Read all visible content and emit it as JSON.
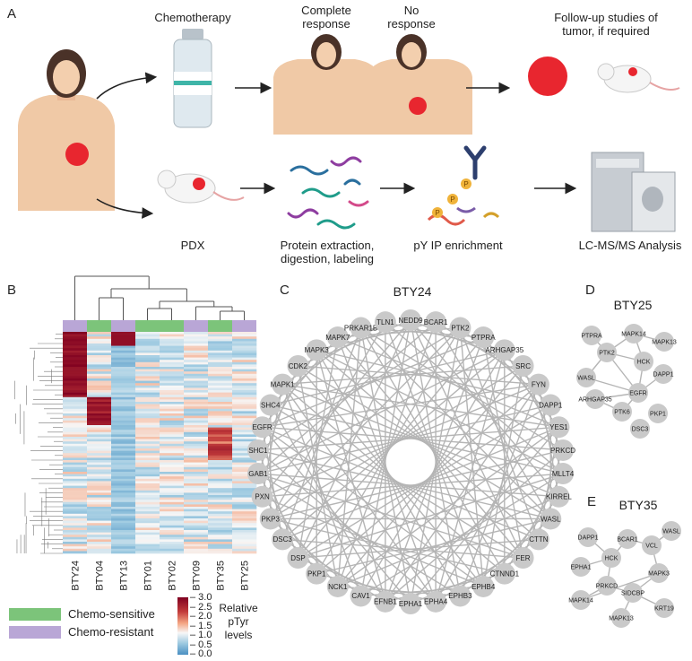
{
  "panels": {
    "a": "A",
    "b": "B",
    "c": "C",
    "d": "D",
    "e": "E"
  },
  "panel_a": {
    "chemotherapy": "Chemotherapy",
    "complete_response": [
      "Complete",
      "response"
    ],
    "no_response": [
      "No",
      "response"
    ],
    "followup": [
      "Follow-up studies of",
      "tumor, if required"
    ],
    "pdx": "PDX",
    "protein": [
      "Protein extraction,",
      "digestion, labeling"
    ],
    "py_ip": "pY IP enrichment",
    "lcms": "LC-MS/MS Analysis",
    "phospho_marker": "P"
  },
  "panel_b": {
    "samples": [
      "BTY24",
      "BTY04",
      "BTY13",
      "BTY01",
      "BTY02",
      "BTY09",
      "BTY35",
      "BTY25"
    ],
    "groups": [
      "resistant",
      "sensitive",
      "resistant",
      "sensitive",
      "sensitive",
      "resistant",
      "sensitive",
      "resistant"
    ],
    "legend_sensitive": "Chemo-sensitive",
    "legend_resistant": "Chemo-resistant",
    "colorbar_title": [
      "Relative",
      "pTyr",
      "levels"
    ],
    "colorbar_ticks": [
      "3.0",
      "2.5",
      "2.0",
      "1.5",
      "1.0",
      "0.5",
      "0.0"
    ],
    "colors": {
      "sensitive": "#7cc47a",
      "resistant": "#b9a6d6",
      "high": "#7f0020",
      "mid": "#f7f7f7",
      "low": "#5aa0cf"
    }
  },
  "panel_c": {
    "title": "BTY24",
    "nodes": [
      "NEDD9",
      "BCAR1",
      "PTK2",
      "PTPRA",
      "ARHGAP35",
      "SRC",
      "FYN",
      "DAPP1",
      "YES1",
      "PRKCD",
      "MLLT4",
      "KIRREL",
      "WASL",
      "CTTN",
      "FER",
      "CTNND1",
      "EPHB4",
      "EPHB3",
      "EPHA4",
      "EPHA1",
      "EFNB1",
      "CAV1",
      "NCK1",
      "PKP1",
      "DSP",
      "DSC3",
      "PKP3",
      "PXN",
      "GAB1",
      "SHC1",
      "EGFR",
      "SHC4",
      "MAPK1",
      "CDK2",
      "MAPK3",
      "MAPK7",
      "PRKAR1B",
      "TLN1"
    ]
  },
  "panel_d": {
    "title": "BTY25",
    "nodes": [
      "PTPRA",
      "MAPK14",
      "MAPK13",
      "PTK2",
      "HCK",
      "DAPP1",
      "WASL",
      "EGFR",
      "ARHGAP35",
      "PTK6",
      "PKP1",
      "DSC3"
    ]
  },
  "panel_e": {
    "title": "BTY35",
    "nodes": [
      "DAPP1",
      "BCAR1",
      "WASL",
      "VCL",
      "EPHA1",
      "HCK",
      "MAPK3",
      "PRKCD",
      "SIDCBP",
      "MAPK14",
      "KRT19",
      "MAPK13"
    ]
  }
}
